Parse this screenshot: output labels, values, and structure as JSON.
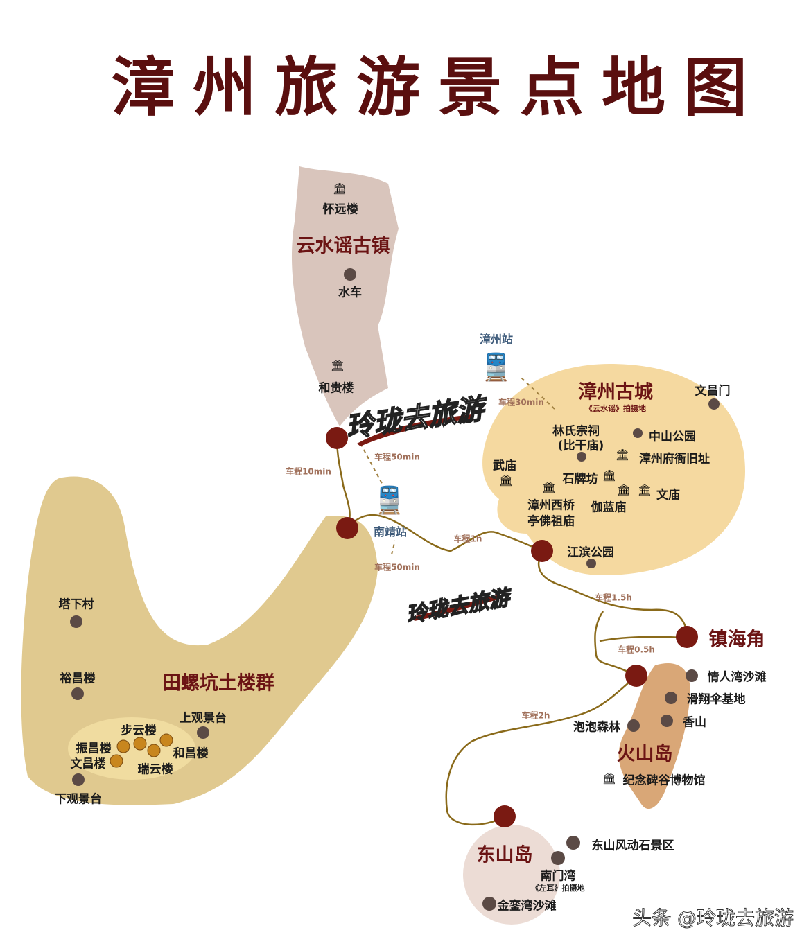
{
  "title": "漳州旅游景点地图",
  "colors": {
    "title": "#5a0f0f",
    "node": "#7a1a12",
    "route": "#8a6a1a",
    "tianluokeng": "#e0c98f",
    "yunshuiyao": "#d9c5bc",
    "gucheng": "#f5d9a0",
    "huoshan": "#d9a777",
    "dongshan": "#ecdcd5"
  },
  "yunshuiyao": {
    "name": "云水谣古镇",
    "spots": [
      "怀远楼",
      "水车",
      "和贵楼"
    ]
  },
  "stations": {
    "nanjing": "南靖站",
    "zhangzhou": "漳州站"
  },
  "routes": {
    "r10": "车程10min",
    "r50a": "车程50min",
    "r50b": "车程50min",
    "r1h": "车程1h",
    "r30": "车程30min",
    "r15h": "车程1.5h",
    "r05h": "车程0.5h",
    "r2h": "车程2h"
  },
  "tianluokeng": {
    "name": "田螺坑土楼群",
    "spots": [
      "塔下村",
      "裕昌楼",
      "上观景台",
      "步云楼",
      "振昌楼",
      "文昌楼",
      "和昌楼",
      "瑞云楼",
      "下观景台"
    ]
  },
  "gucheng": {
    "name": "漳州古城",
    "subtitle": "《云水谣》拍摄地",
    "spots": [
      "文昌门",
      "林氏宗祠",
      "(比干庙)",
      "中山公园",
      "漳州府衙旧址",
      "武庙",
      "石牌坊",
      "文庙",
      "漳州西桥",
      "亭佛祖庙",
      "伽蓝庙",
      "江滨公园"
    ]
  },
  "zhenhaijiao": {
    "name": "镇海角"
  },
  "huoshan": {
    "name": "火山岛",
    "spots": [
      "情人湾沙滩",
      "滑翔伞基地",
      "香山",
      "泡泡森林",
      "纪念碑谷博物馆"
    ]
  },
  "dongshan": {
    "name": "东山岛",
    "spots": [
      "东山风动石景区",
      "南门湾",
      "金銮湾沙滩"
    ],
    "nanmen_sub": "《左耳》拍摄地"
  },
  "watermark": "玲珑去旅游",
  "footer": "头条 @玲珑去旅游"
}
